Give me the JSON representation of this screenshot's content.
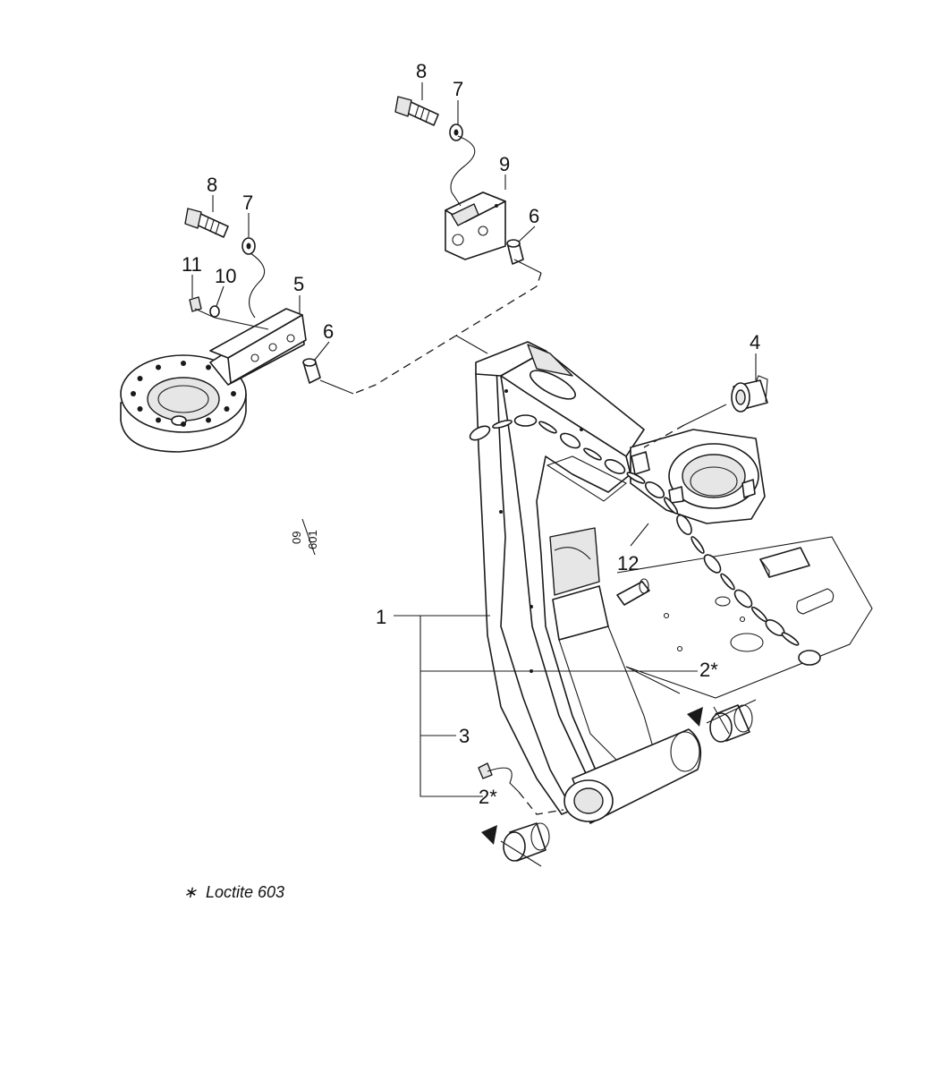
{
  "callouts": {
    "c1": "1",
    "c2a": "2*",
    "c2b": "2*",
    "c3": "3",
    "c4": "4",
    "c5": "5",
    "c6a": "6",
    "c6b": "6",
    "c7a": "7",
    "c7b": "7",
    "c8a": "8",
    "c8b": "8",
    "c9": "9",
    "c10": "10",
    "c11": "11",
    "c12": "12"
  },
  "drawing_code": {
    "top": "09",
    "bottom": "601"
  },
  "footnote": {
    "symbol": "∗",
    "text": "Loctite 603"
  }
}
